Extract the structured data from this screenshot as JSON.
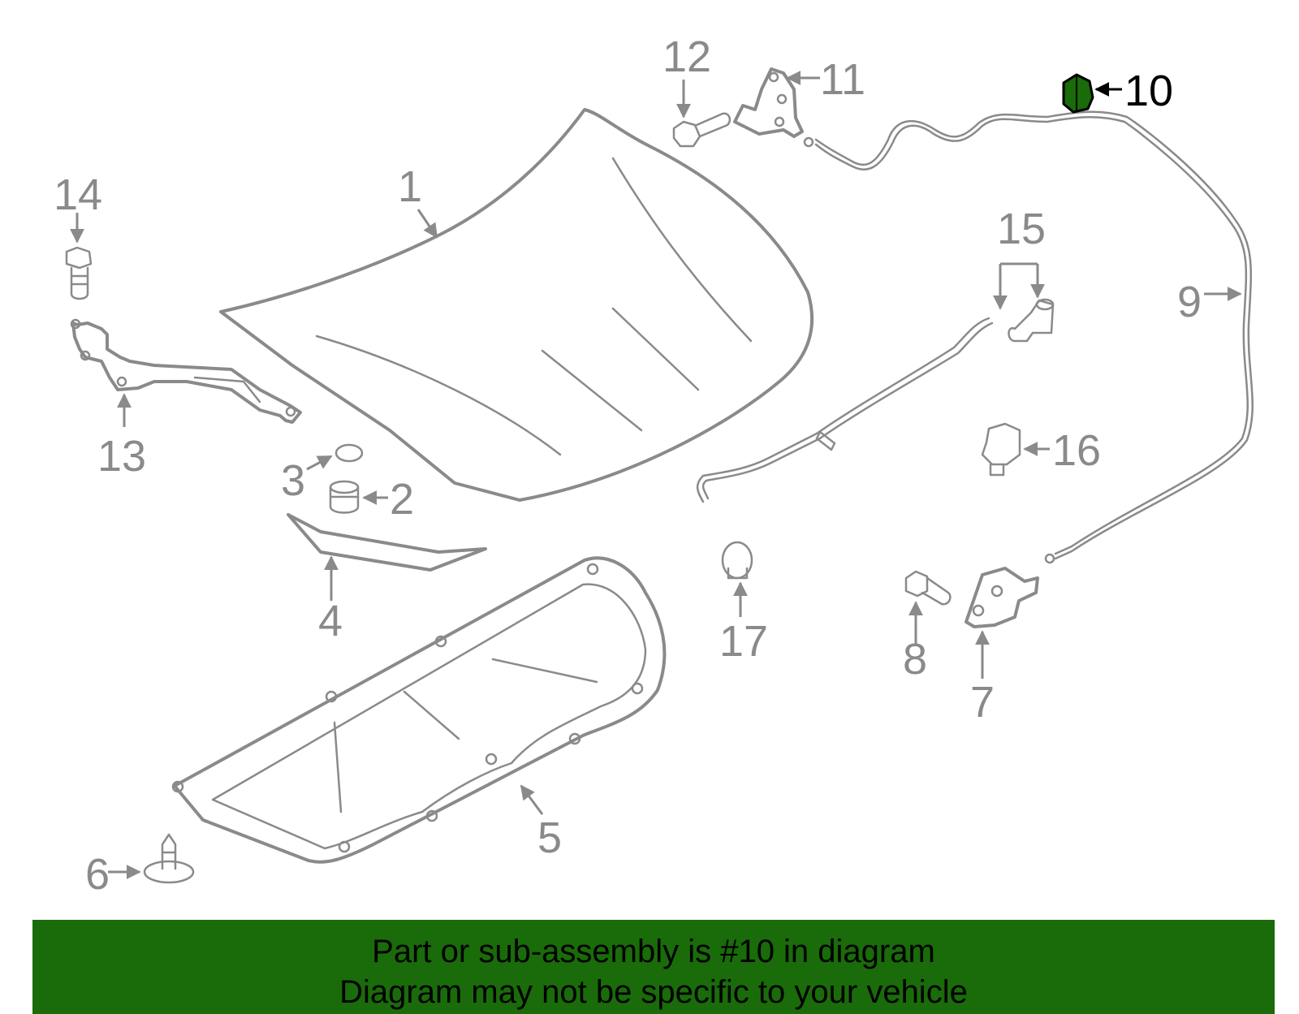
{
  "diagram": {
    "highlight_color": "#1a6b0a",
    "line_color": "#8a8a8a",
    "callouts": [
      "1",
      "2",
      "3",
      "4",
      "5",
      "6",
      "7",
      "8",
      "9",
      "10",
      "11",
      "12",
      "13",
      "14",
      "15",
      "16",
      "17"
    ],
    "highlighted_callout": "10"
  },
  "banner": {
    "line1": "Part or sub-assembly is #10 in diagram",
    "line2": "Diagram may not be specific to your vehicle",
    "background": "#1a6b0a"
  }
}
